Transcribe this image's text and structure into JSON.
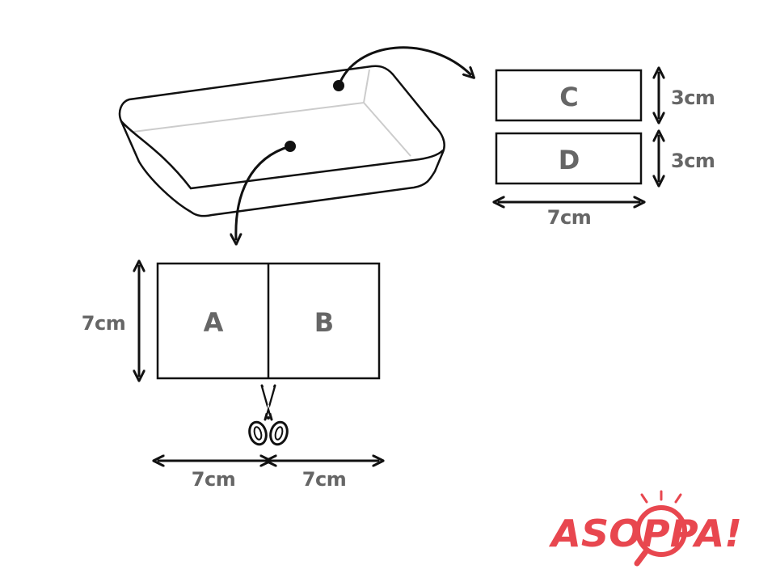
{
  "pieces": {
    "a": "A",
    "b": "B",
    "c": "C",
    "d": "D"
  },
  "dimensions": {
    "c_height": "3cm",
    "d_height": "3cm",
    "cd_width": "7cm",
    "ab_height": "7cm",
    "a_width": "7cm",
    "b_width": "7cm"
  },
  "logo": {
    "text": "ASOPPA!"
  },
  "colors": {
    "label_gray": "#666666",
    "line": "#111111",
    "tray_inner": "#cccccc",
    "logo_red": "#e8474f"
  },
  "icons": {
    "cut_tool": "scissors-icon"
  }
}
